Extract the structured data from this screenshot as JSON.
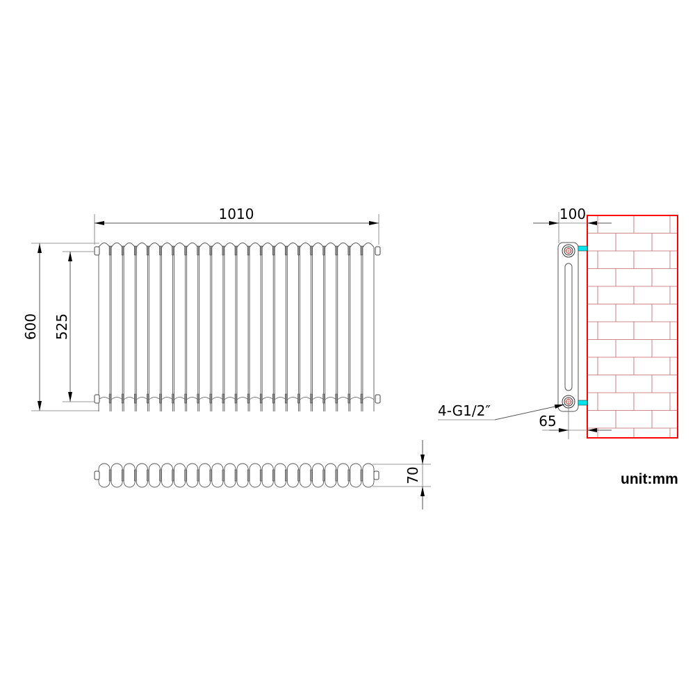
{
  "drawing": {
    "section_count": 22,
    "dimensions": {
      "width": "1010",
      "height": "600",
      "pipe_centers": "525",
      "depth_top": "70",
      "depth_side": "100",
      "wall_to_pipe": "65"
    },
    "connection_label": "4-G1/2″",
    "unit_label": "unit:mm",
    "colors": {
      "lines": "#555555",
      "wall": "#ff0000",
      "bricks": "#c06060",
      "brackets": "#00e5ee"
    }
  }
}
